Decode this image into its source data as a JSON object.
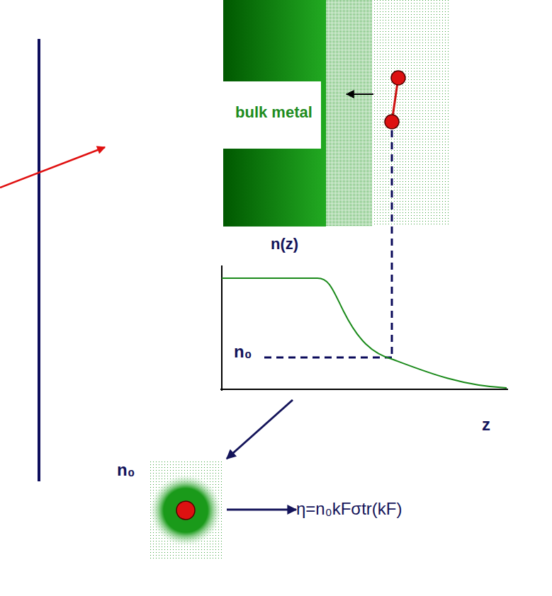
{
  "diagram": {
    "nodes": [
      {
        "text": [
          "bulk metal"
        ]
      },
      {
        "text": [
          "n(z)",
          "n₀",
          "z"
        ]
      },
      {
        "text": [
          "n₀"
        ]
      },
      {
        "text": [
          "η=n₀kFσtr(kF)"
        ]
      }
    ],
    "edges": [
      {
        "from": 1,
        "to": 2,
        "arrow": "to"
      },
      {
        "from": 2,
        "to": 3,
        "arrow": "to"
      }
    ]
  }
}
